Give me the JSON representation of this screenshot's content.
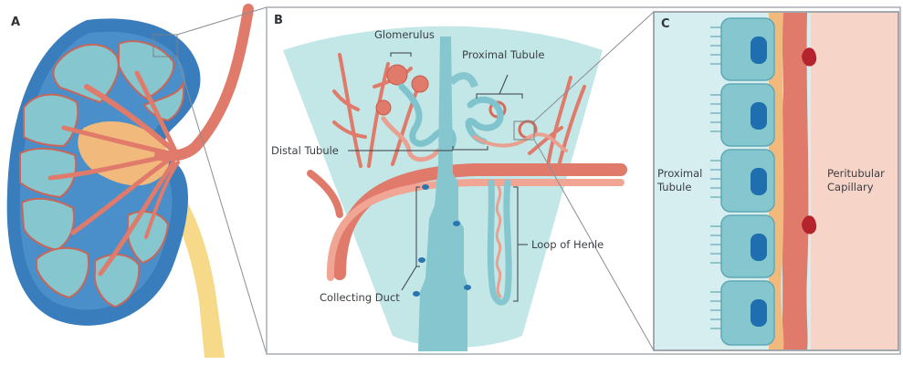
{
  "panels": {
    "a": {
      "letter": "A"
    },
    "b": {
      "letter": "B",
      "labels": {
        "glomerulus": "Glomerulus",
        "proximal_tubule": "Proximal Tubule",
        "distal_tubule": "Distal Tubule",
        "loop_of_henle": "Loop of Henle",
        "collecting_duct": "Collecting Duct"
      }
    },
    "c": {
      "letter": "C",
      "labels": {
        "proximal_line1": "Proximal",
        "proximal_line2": "Tubule",
        "peritubular_line1": "Peritubular",
        "peritubular_line2": "Capillary"
      }
    }
  },
  "colors": {
    "kidney_outer": "#3a7dbd",
    "kidney_lobe": "#86c6cf",
    "vessel": "#e07a6a",
    "vessel_dark": "#c85a4c",
    "pelvis": "#f2b97d",
    "ureter": "#f7d98a",
    "tubule": "#7fc3cd",
    "nucleus": "#1f6fae",
    "capillary_bg": "#f6d4c8",
    "rbc": "#b5242c"
  }
}
